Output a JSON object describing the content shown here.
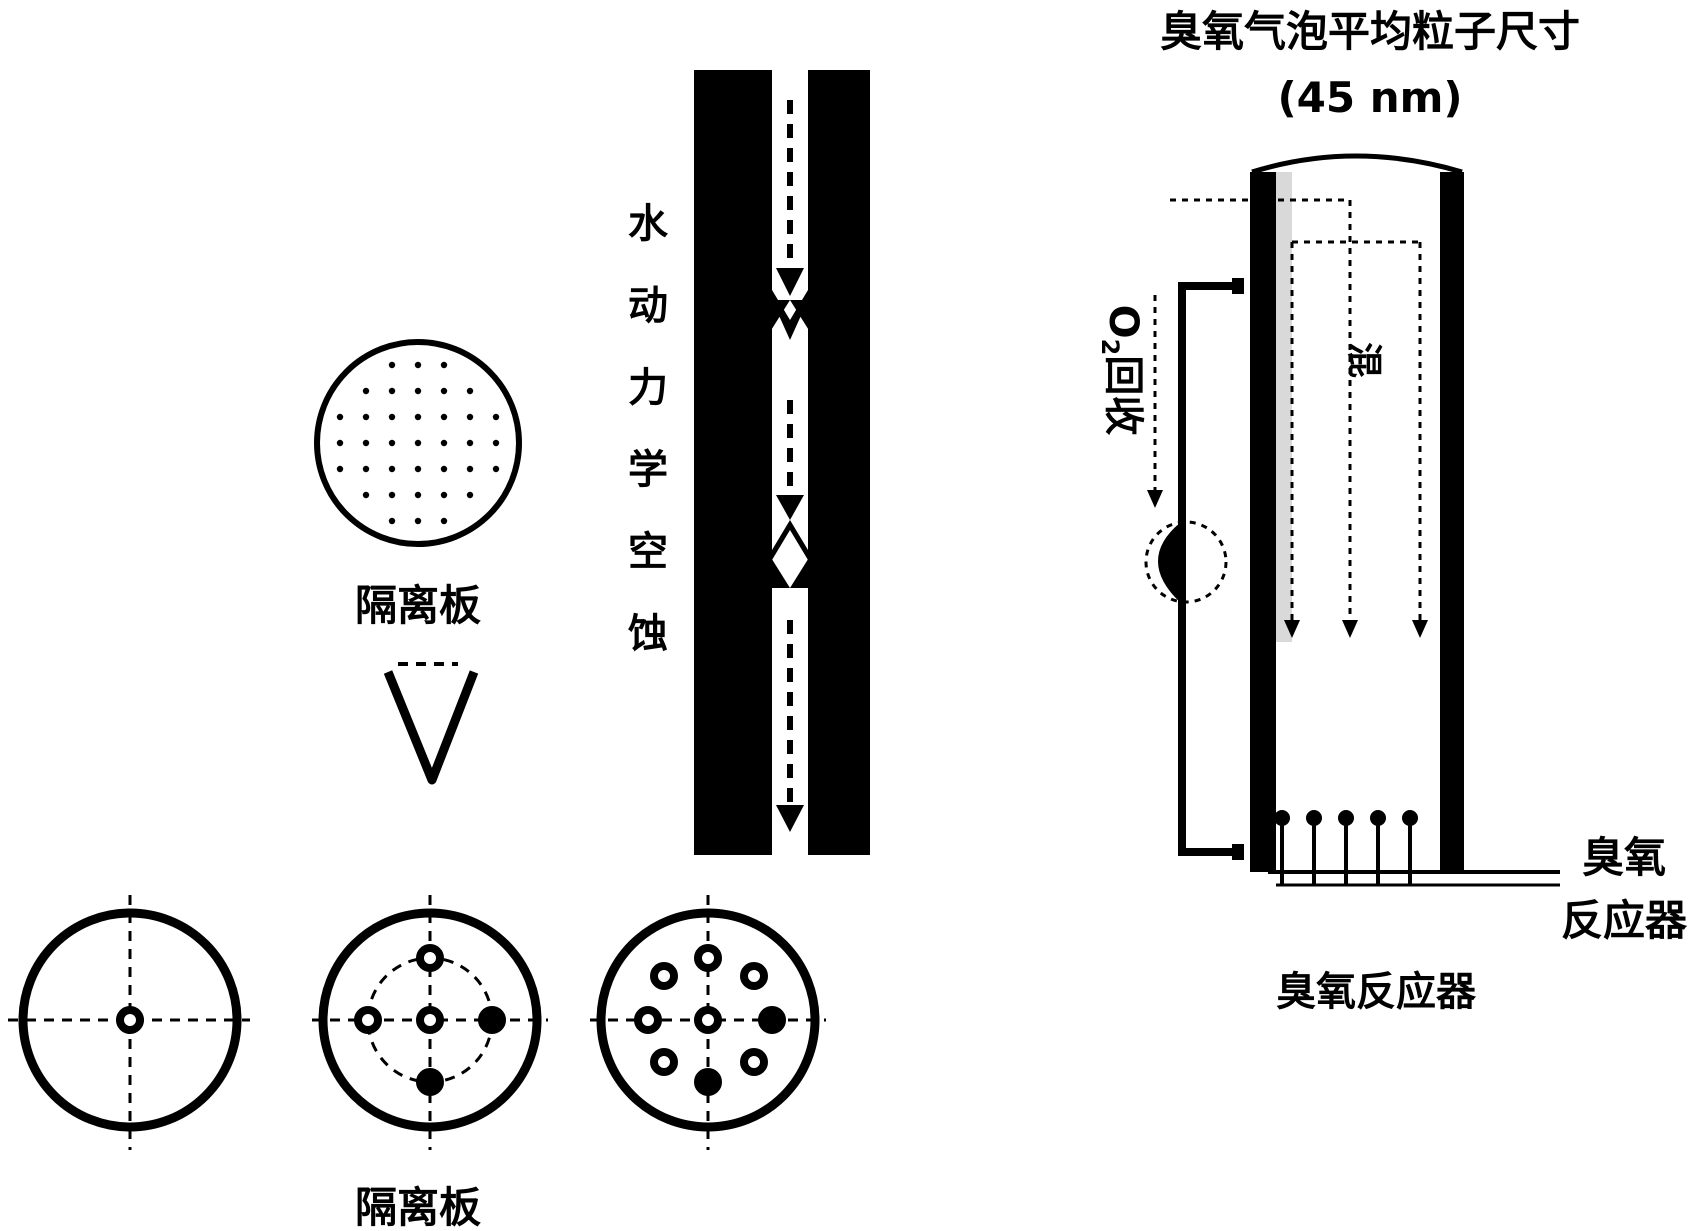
{
  "labels": {
    "plate_top": "隔离板",
    "plate_bottom": "隔离板",
    "cavitation_chars": [
      "水",
      "动",
      "力",
      "学",
      "空",
      "蚀"
    ],
    "bubble_title": "臭氧气泡平均粒子尺寸",
    "bubble_size": "(45 nm)",
    "recovery_prefix": "O",
    "recovery_subscript": "2",
    "recovery_text": "回收",
    "inner_label": "混",
    "side_label_line1": "臭氧",
    "side_label_line2": "反应器",
    "reactor_caption": "臭氧反应器"
  },
  "colors": {
    "ink": "#000000",
    "background": "#ffffff"
  },
  "plate_patterns": [
    {
      "name": "single-hole",
      "holes": 1
    },
    {
      "name": "five-hole",
      "holes": 5
    },
    {
      "name": "nine-hole",
      "holes": 9
    }
  ]
}
